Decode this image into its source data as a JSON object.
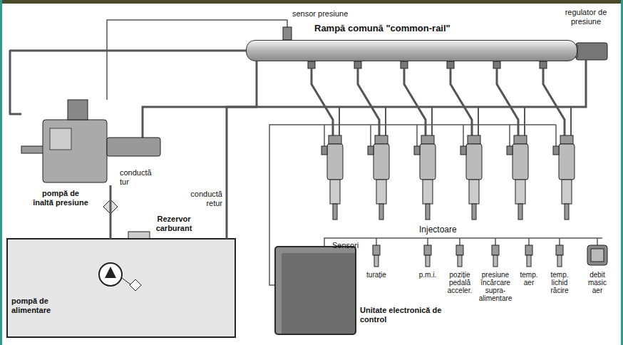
{
  "diagram": {
    "nodes": [
      {
        "text": [
          "Rampă comună \"common-rail\""
        ]
      },
      {
        "text": [
          "pompă de înaltă presiune"
        ]
      },
      {
        "text": [
          "Rezervor carburant"
        ]
      },
      {
        "text": [
          "Unitate electronică de control"
        ]
      }
    ],
    "edges": [
      {
        "from": 1,
        "to": 0,
        "arrow": "none"
      },
      {
        "from": 2,
        "to": 1,
        "arrow": "none",
        "label": "conductă tur"
      },
      {
        "from": 0,
        "to": 2,
        "arrow": "none",
        "label": "conductă retur"
      }
    ],
    "labels": [
      "sensor presiune",
      "regulator de presiune",
      "pompă de alimentare",
      "Injectoare",
      "Sensori",
      "turație",
      "p.m.i.",
      "poziție pedală acceler.",
      "presiune încărcare supra-alimentare",
      "temp. aer",
      "temp. lichid răcire",
      "debit masic aer"
    ]
  }
}
